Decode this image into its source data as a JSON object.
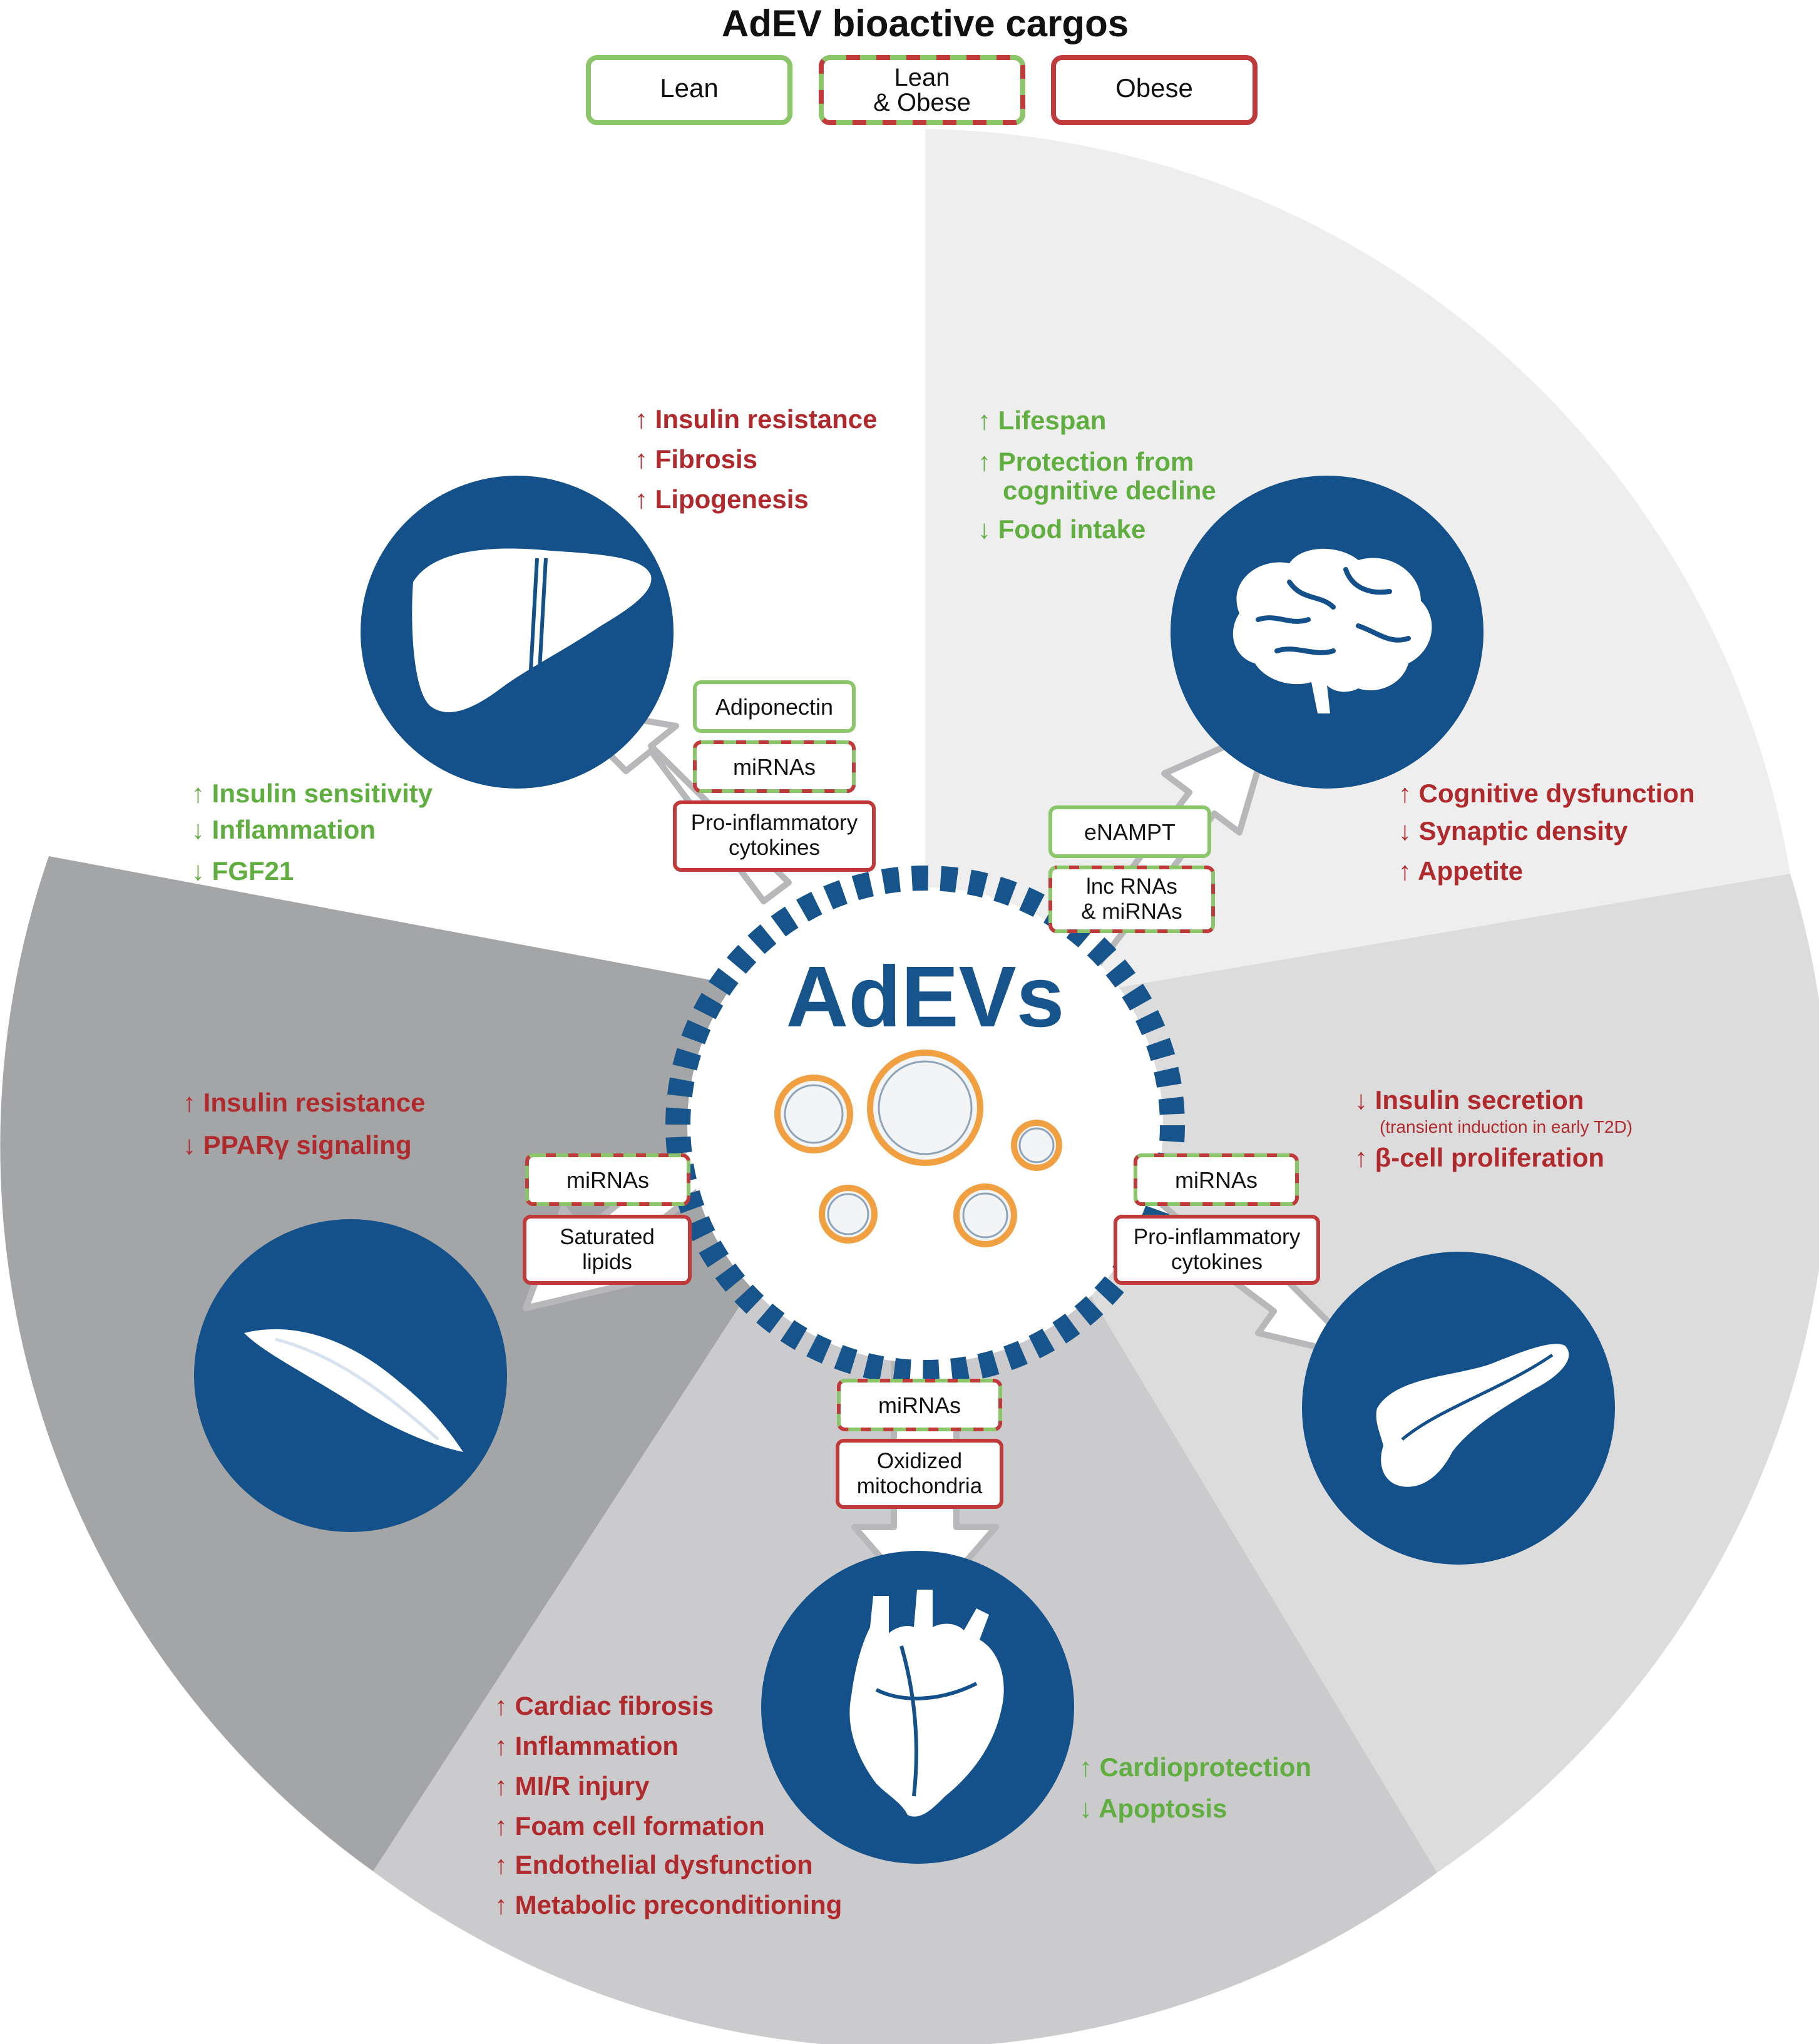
{
  "title": "AdEV bioactive cargos",
  "legend": {
    "lean": "Lean",
    "lean_obese_line1": "Lean",
    "lean_obese_line2": "& Obese",
    "obese": "Obese"
  },
  "center": {
    "label": "AdEVs"
  },
  "colors": {
    "lean": "#7cbf5f",
    "obese": "#c0393b",
    "up_down_green": "#5fae3f",
    "up_down_red": "#b02a2d",
    "organ_circle": "#14508a",
    "center_ring": "#17548c",
    "vesicle": "#f0a040"
  },
  "sectors": {
    "liver": {
      "organ": "liver-icon",
      "cargos": {
        "c1": "Adiponectin",
        "c2": "miRNAs",
        "c3_line1": "Pro-inflammatory",
        "c3_line2": "cytokines"
      },
      "effects_red": {
        "e1": "Insulin resistance",
        "e2": "Fibrosis",
        "e3": "Lipogenesis"
      },
      "effects_green": {
        "e1": "Insulin sensitivity",
        "e2": "Inflammation",
        "e3": "FGF21"
      }
    },
    "brain": {
      "organ": "brain-icon",
      "cargos": {
        "c1": "eNAMPT",
        "c2_line1": "lnc RNAs",
        "c2_line2": "& miRNAs"
      },
      "effects_green": {
        "e1": "Lifespan",
        "e2_line1": "Protection from",
        "e2_line2": "cognitive decline",
        "e3": "Food intake"
      },
      "effects_red": {
        "e1": "Cognitive dysfunction",
        "e2": "Synaptic density",
        "e3": "Appetite"
      }
    },
    "muscle": {
      "organ": "muscle-icon",
      "cargos": {
        "c1": "miRNAs",
        "c2_line1": "Saturated",
        "c2_line2": "lipids"
      },
      "effects_red": {
        "e1": "Insulin resistance",
        "e2": "PPARγ signaling"
      }
    },
    "pancreas": {
      "organ": "pancreas-icon",
      "cargos": {
        "c1": "miRNAs",
        "c2_line1": "Pro-inflammatory",
        "c2_line2": "cytokines"
      },
      "effects_red": {
        "e1": "Insulin secretion",
        "e1_note": "(transient induction in early T2D)",
        "e2": "β-cell proliferation"
      }
    },
    "heart": {
      "organ": "heart-icon",
      "cargos": {
        "c1": "miRNAs",
        "c2_line1": "Oxidized",
        "c2_line2": "mitochondria"
      },
      "effects_red": {
        "e1": "Cardiac fibrosis",
        "e2": "Inflammation",
        "e3": "MI/R injury",
        "e4": "Foam cell formation",
        "e5": "Endothelial dysfunction",
        "e6": "Metabolic preconditioning"
      },
      "effects_green": {
        "e1": "Cardioprotection",
        "e2": "Apoptosis"
      }
    }
  }
}
